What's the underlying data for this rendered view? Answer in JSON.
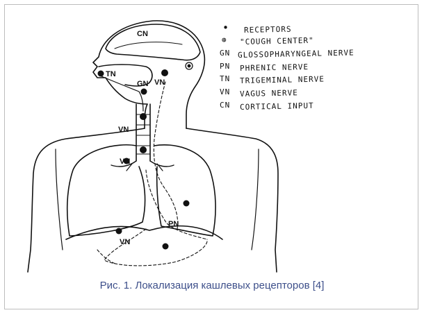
{
  "diagram": {
    "labels": {
      "cn": "CN",
      "tn": "TN",
      "gn": "GN",
      "vn_upper": "VN",
      "vn_mid": "VN",
      "vn_lung": "VN",
      "pn": "PN",
      "vn_abdomen": "VN"
    }
  },
  "legend": [
    {
      "key": "•",
      "text": "RECEPTORS"
    },
    {
      "key": "⊛",
      "text": "\"COUGH CENTER\""
    },
    {
      "key": "GN",
      "text": "GLOSSOPHARYNGEAL NERVE"
    },
    {
      "key": "PN",
      "text": "PHRENIC NERVE"
    },
    {
      "key": "TN",
      "text": "TRIGEMINAL NERVE"
    },
    {
      "key": "VN",
      "text": "VAGUS NERVE"
    },
    {
      "key": "CN",
      "text": "CORTICAL INPUT"
    }
  ],
  "caption": "Рис. 1. Локализация кашлевых рецепторов [4]"
}
